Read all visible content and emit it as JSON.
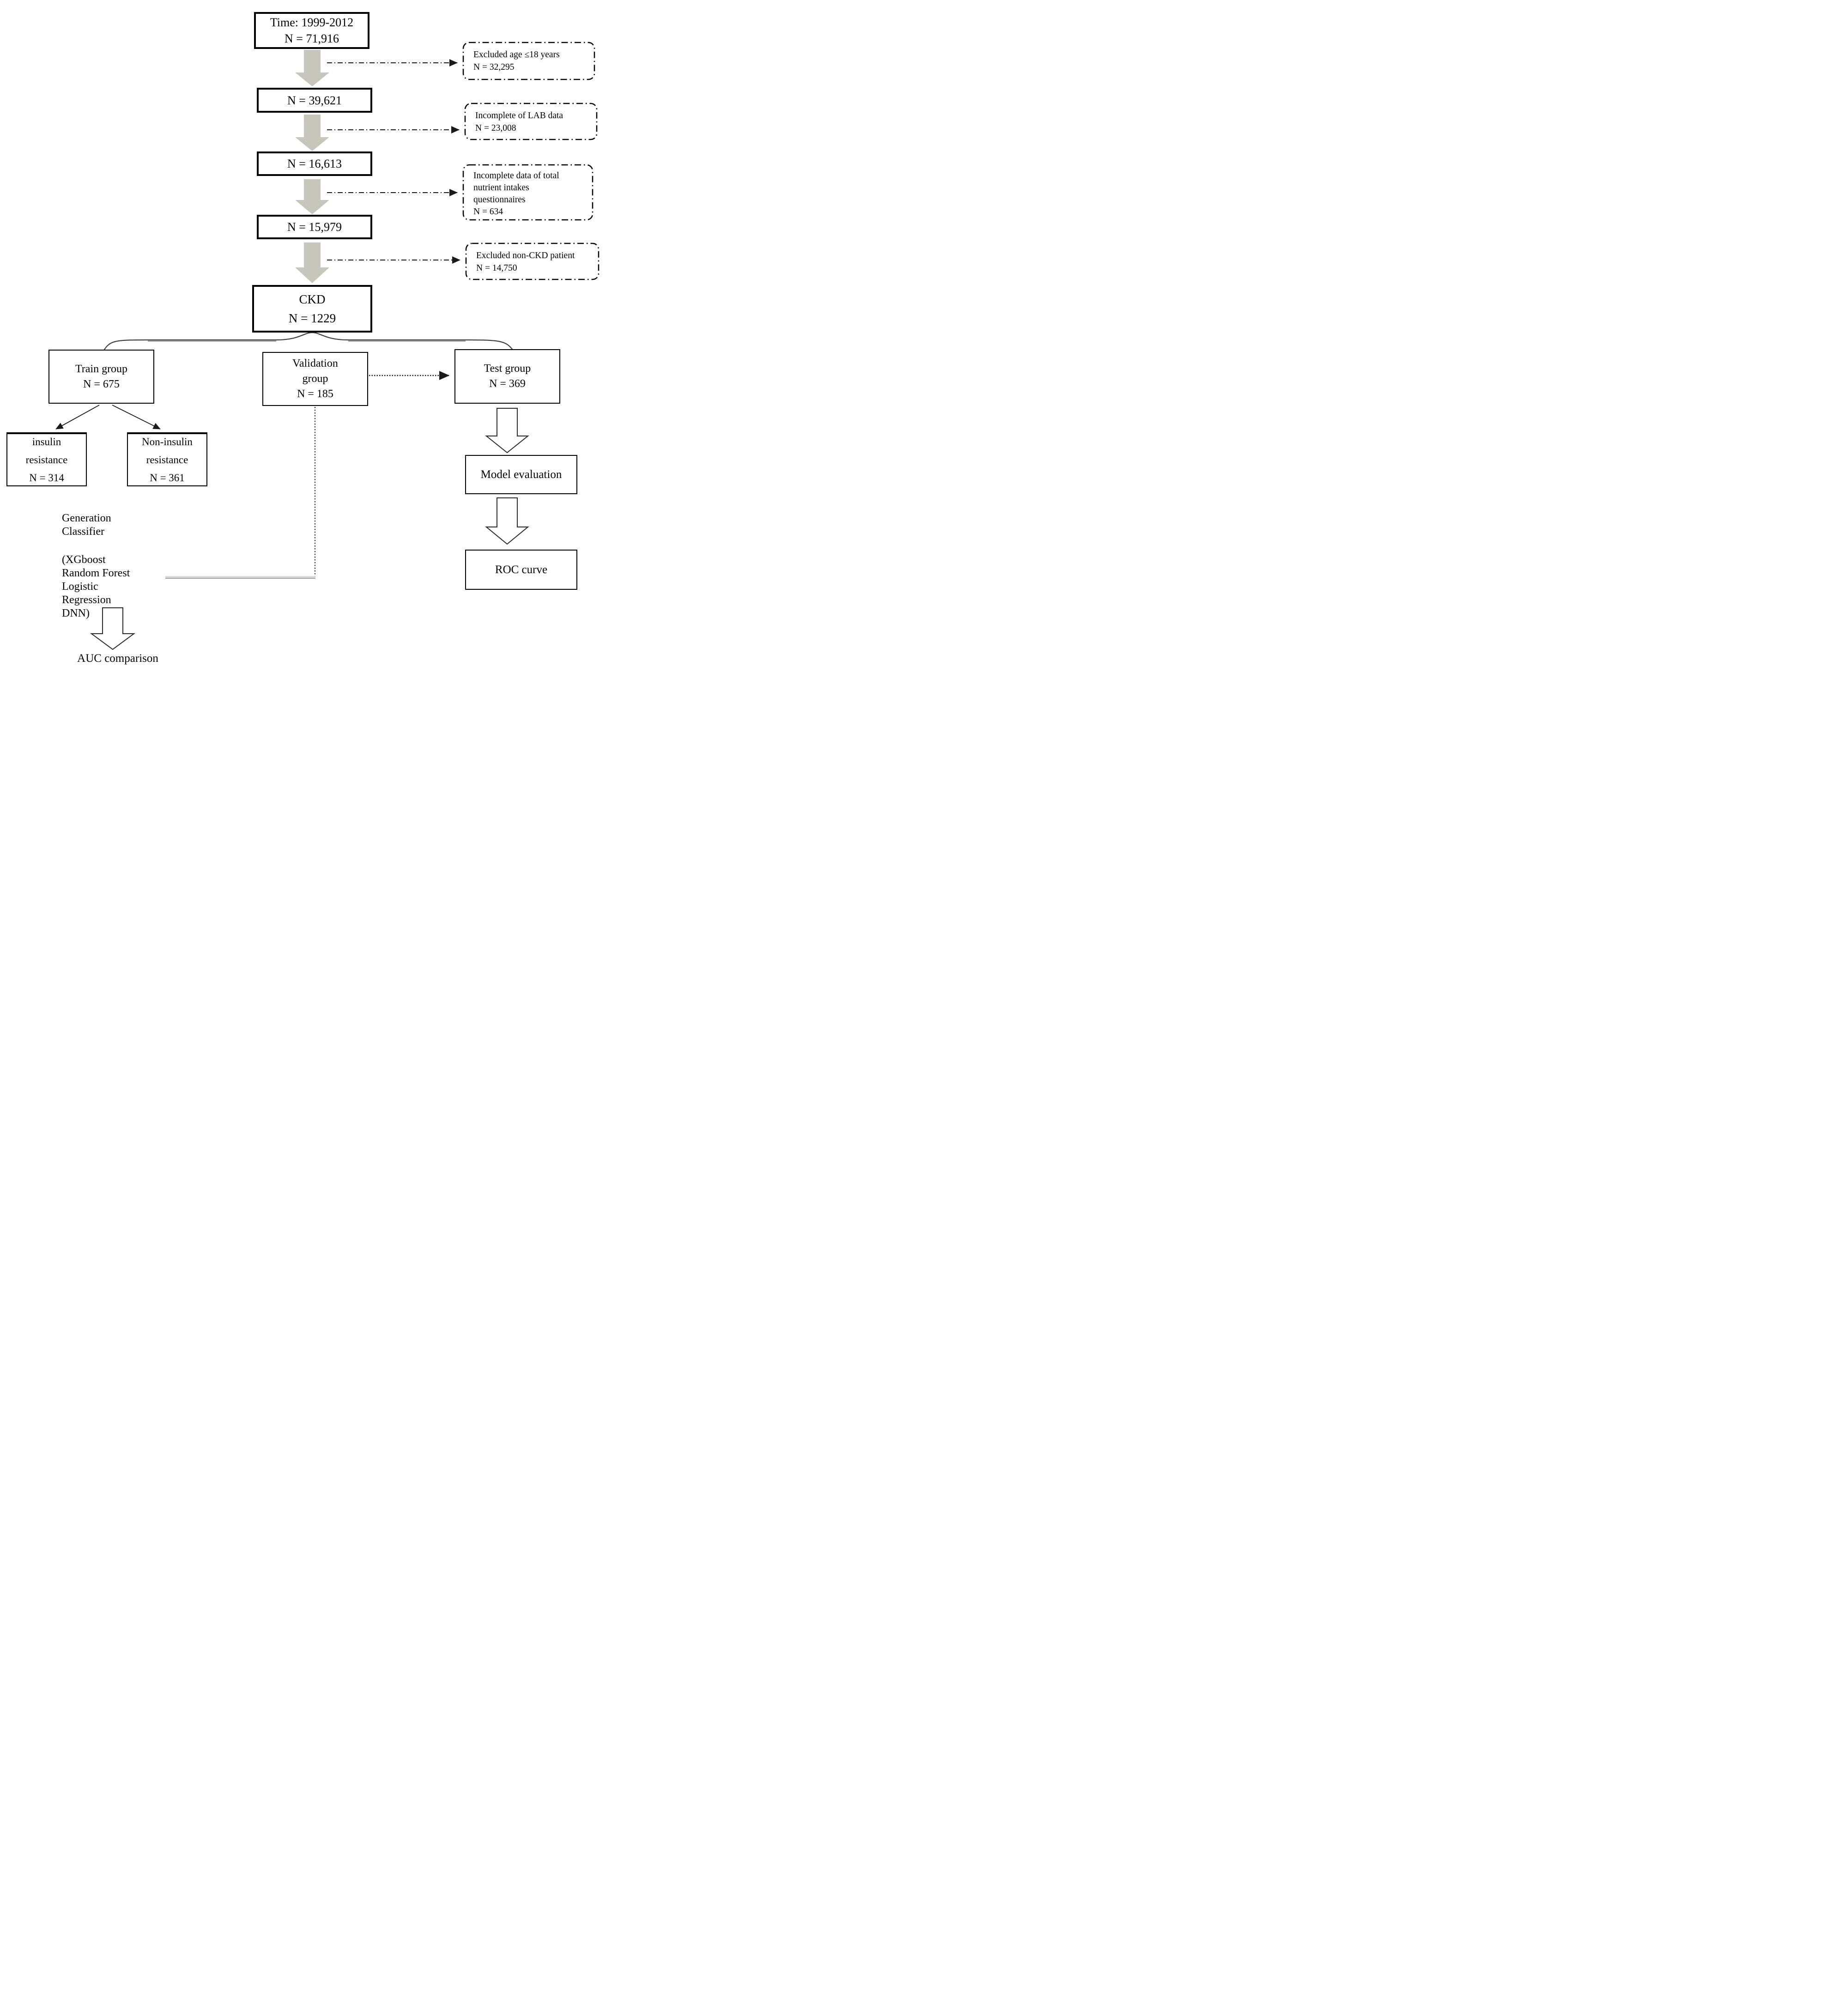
{
  "figure": {
    "stages": {
      "time": {
        "lines": [
          "Time: 1999-2012",
          "N = 71,916"
        ]
      },
      "n39621": {
        "lines": [
          "N = 39,621"
        ]
      },
      "n16613": {
        "lines": [
          "N = 16,613"
        ]
      },
      "n15979": {
        "lines": [
          "N = 15,979"
        ]
      },
      "ckd": {
        "lines": [
          "CKD",
          "N = 1229"
        ]
      }
    },
    "exclusions": [
      {
        "lines": [
          "Excluded age ≤18 years",
          "N = 32,295"
        ]
      },
      {
        "lines": [
          "Incomplete of  LAB data",
          "N = 23,008"
        ]
      },
      {
        "lines": [
          "Incomplete data of total",
          "nutrient intakes",
          "questionnaires",
          "N = 634"
        ]
      },
      {
        "lines": [
          "Excluded non-CKD patient",
          "N = 14,750"
        ]
      }
    ],
    "groups": {
      "train": {
        "lines": [
          "Train group",
          "N = 675"
        ]
      },
      "validation": {
        "lines": [
          "Validation",
          "group",
          "N = 185"
        ]
      },
      "test": {
        "lines": [
          "Test group",
          "N = 369"
        ]
      }
    },
    "subgroups": {
      "insulin": {
        "lines": [
          "insulin",
          "resistance",
          "N = 314"
        ]
      },
      "non_insulin": {
        "lines": [
          "Non-insulin",
          "resistance",
          "N = 361"
        ]
      }
    },
    "classifier_note": {
      "lines": [
        "Generation",
        "Classifier",
        "(XGboost",
        "Random Forest",
        "Logistic",
        "Regression",
        "DNN)"
      ]
    },
    "evaluation": {
      "model": "Model evaluation",
      "roc": "ROC curve",
      "auc": "AUC comparison"
    },
    "colors": {
      "box_border": "#000000",
      "flow_arrow_fill": "#c8c6bb",
      "connector_dark": "#1a1a1a",
      "brace_dark": "#3f3f3f",
      "connector_gray_light": "#d8d8d8",
      "connector_gray_dark": "#9e9e9e"
    }
  }
}
